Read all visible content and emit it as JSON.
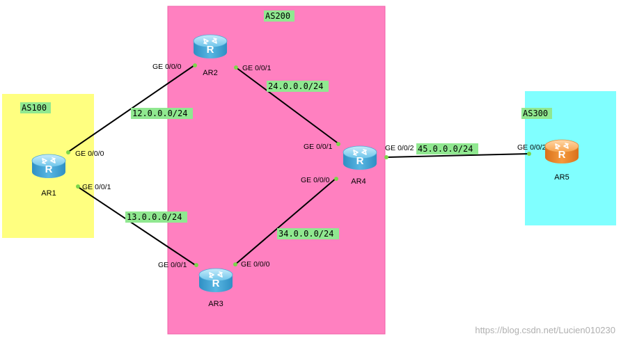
{
  "colors": {
    "as100_zone": "#ffff80",
    "as200_zone": "#ff80c0",
    "as300_zone": "#80ffff",
    "label_bg": "#90e890",
    "router_blue": "#3fa9d8",
    "router_orange": "#f08a2c",
    "link": "#000000",
    "port_dot": "#7cd64a"
  },
  "zones": {
    "as100": "AS100",
    "as200": "AS200",
    "as300": "AS300"
  },
  "routers": {
    "ar1": {
      "name": "AR1",
      "icon": "router-icon"
    },
    "ar2": {
      "name": "AR2",
      "icon": "router-icon"
    },
    "ar3": {
      "name": "AR3",
      "icon": "router-icon"
    },
    "ar4": {
      "name": "AR4",
      "icon": "router-icon"
    },
    "ar5": {
      "name": "AR5",
      "icon": "router-icon"
    }
  },
  "networks": {
    "ar1_ar2": "12.0.0.0/24",
    "ar1_ar3": "13.0.0.0/24",
    "ar2_ar4": "24.0.0.0/24",
    "ar3_ar4": "34.0.0.0/24",
    "ar4_ar5": "45.0.0.0/24"
  },
  "interfaces": {
    "ar1_ge000": "GE 0/0/0",
    "ar1_ge001": "GE 0/0/1",
    "ar2_ge000": "GE 0/0/0",
    "ar2_ge001": "GE 0/0/1",
    "ar3_ge001": "GE 0/0/1",
    "ar3_ge000": "GE 0/0/0",
    "ar4_ge001": "GE 0/0/1",
    "ar4_ge000": "GE 0/0/0",
    "ar4_ge002": "GE 0/0/2",
    "ar5_ge002": "GE 0/0/2"
  },
  "watermark": "https://blog.csdn.net/Lucien010230"
}
